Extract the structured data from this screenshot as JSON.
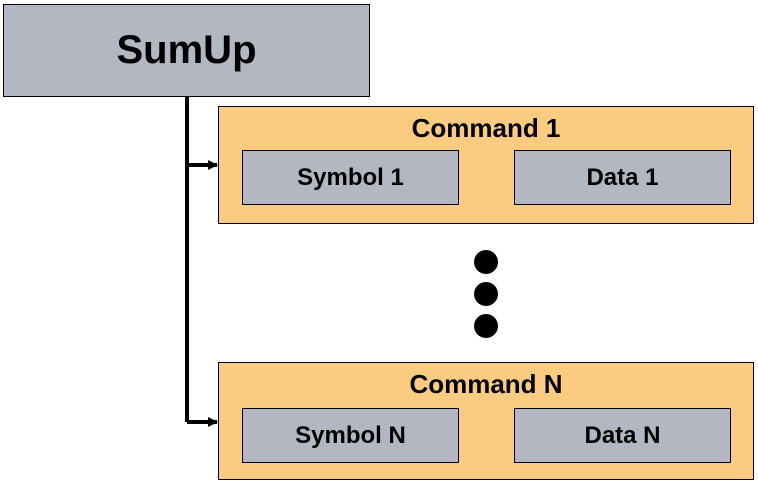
{
  "root": {
    "label": "SumUp"
  },
  "commands": [
    {
      "title": "Command 1",
      "symbol": "Symbol 1",
      "data": "Data 1"
    },
    {
      "title": "Command N",
      "symbol": "Symbol N",
      "data": "Data N"
    }
  ],
  "ellipsis": {
    "count": 3
  },
  "colors": {
    "node_fill": "#b3b7c2",
    "command_fill": "#fccb82",
    "line": "#000000"
  }
}
